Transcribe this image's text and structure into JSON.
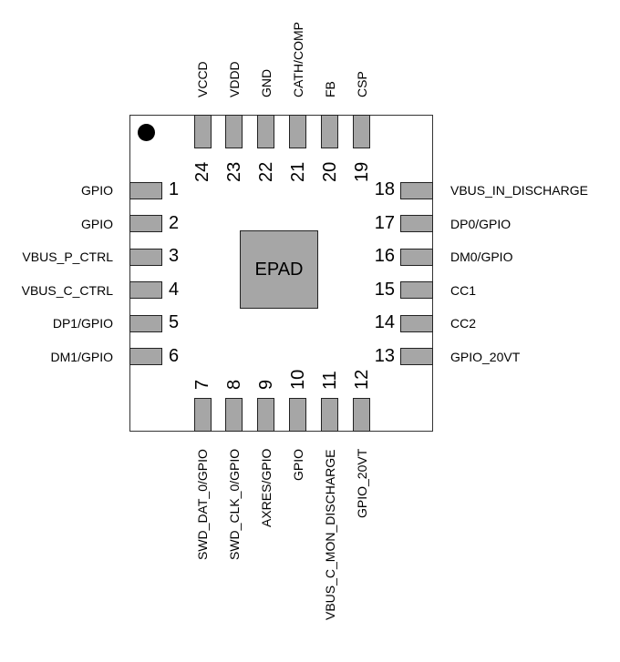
{
  "package": {
    "type": "QFN-24 pinout",
    "epad_label": "EPAD",
    "pin1_marker": "dot",
    "pin_color": "#a6a6a6"
  },
  "pins": {
    "left": [
      {
        "number": "1",
        "name": "GPIO"
      },
      {
        "number": "2",
        "name": "GPIO"
      },
      {
        "number": "3",
        "name": "VBUS_P_CTRL"
      },
      {
        "number": "4",
        "name": "VBUS_C_CTRL"
      },
      {
        "number": "5",
        "name": "DP1/GPIO"
      },
      {
        "number": "6",
        "name": "DM1/GPIO"
      }
    ],
    "bottom": [
      {
        "number": "7",
        "name": "SWD_DAT_0/GPIO"
      },
      {
        "number": "8",
        "name": "SWD_CLK_0/GPIO"
      },
      {
        "number": "9",
        "name": "AXRES/GPIO"
      },
      {
        "number": "10",
        "name": "GPIO"
      },
      {
        "number": "11",
        "name": "VBUS_C_MON_DISCHARGE"
      },
      {
        "number": "12",
        "name": "GPIO_20VT"
      }
    ],
    "right": [
      {
        "number": "18",
        "name": "VBUS_IN_DISCHARGE"
      },
      {
        "number": "17",
        "name": "DP0/GPIO"
      },
      {
        "number": "16",
        "name": "DM0/GPIO"
      },
      {
        "number": "15",
        "name": "CC1"
      },
      {
        "number": "14",
        "name": "CC2"
      },
      {
        "number": "13",
        "name": "GPIO_20VT"
      }
    ],
    "top": [
      {
        "number": "24",
        "name": "VCCD"
      },
      {
        "number": "23",
        "name": "VDDD"
      },
      {
        "number": "22",
        "name": "GND"
      },
      {
        "number": "21",
        "name": "CATH/COMP"
      },
      {
        "number": "20",
        "name": "FB"
      },
      {
        "number": "19",
        "name": "CSP"
      }
    ]
  }
}
